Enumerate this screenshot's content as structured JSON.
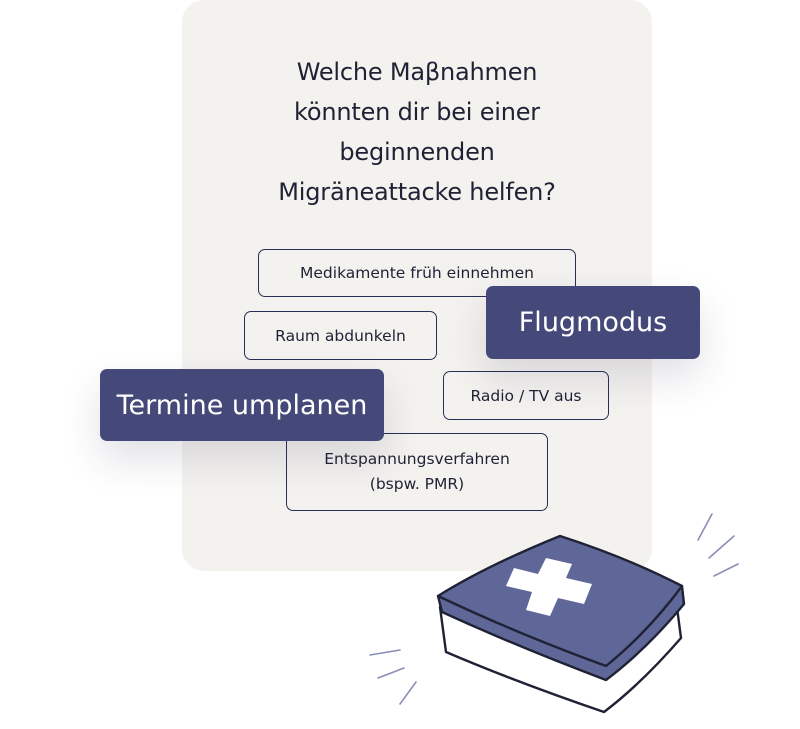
{
  "question": {
    "lines": [
      "Welche Maβnahmen",
      "könnten dir bei einer",
      "beginnenden",
      "Migräneattacke helfen?"
    ]
  },
  "chips": {
    "medikamente": "Medikamente früh einnehmen",
    "raum": "Raum abdunkeln",
    "radio": "Radio / TV aus",
    "entspannung_line1": "Entspannungsverfahren",
    "entspannung_line2": "(bspw. PMR)"
  },
  "tags": {
    "flugmodus": "Flugmodus",
    "termine": "Termine umplanen"
  },
  "colors": {
    "card_bg": "#f4f2ef",
    "text": "#1f2235",
    "tag_bg": "#45497a",
    "kit_top": "#5f6799",
    "kit_outline": "#1f2235"
  },
  "icons": {
    "first_aid_kit": "first-aid-kit-icon"
  }
}
